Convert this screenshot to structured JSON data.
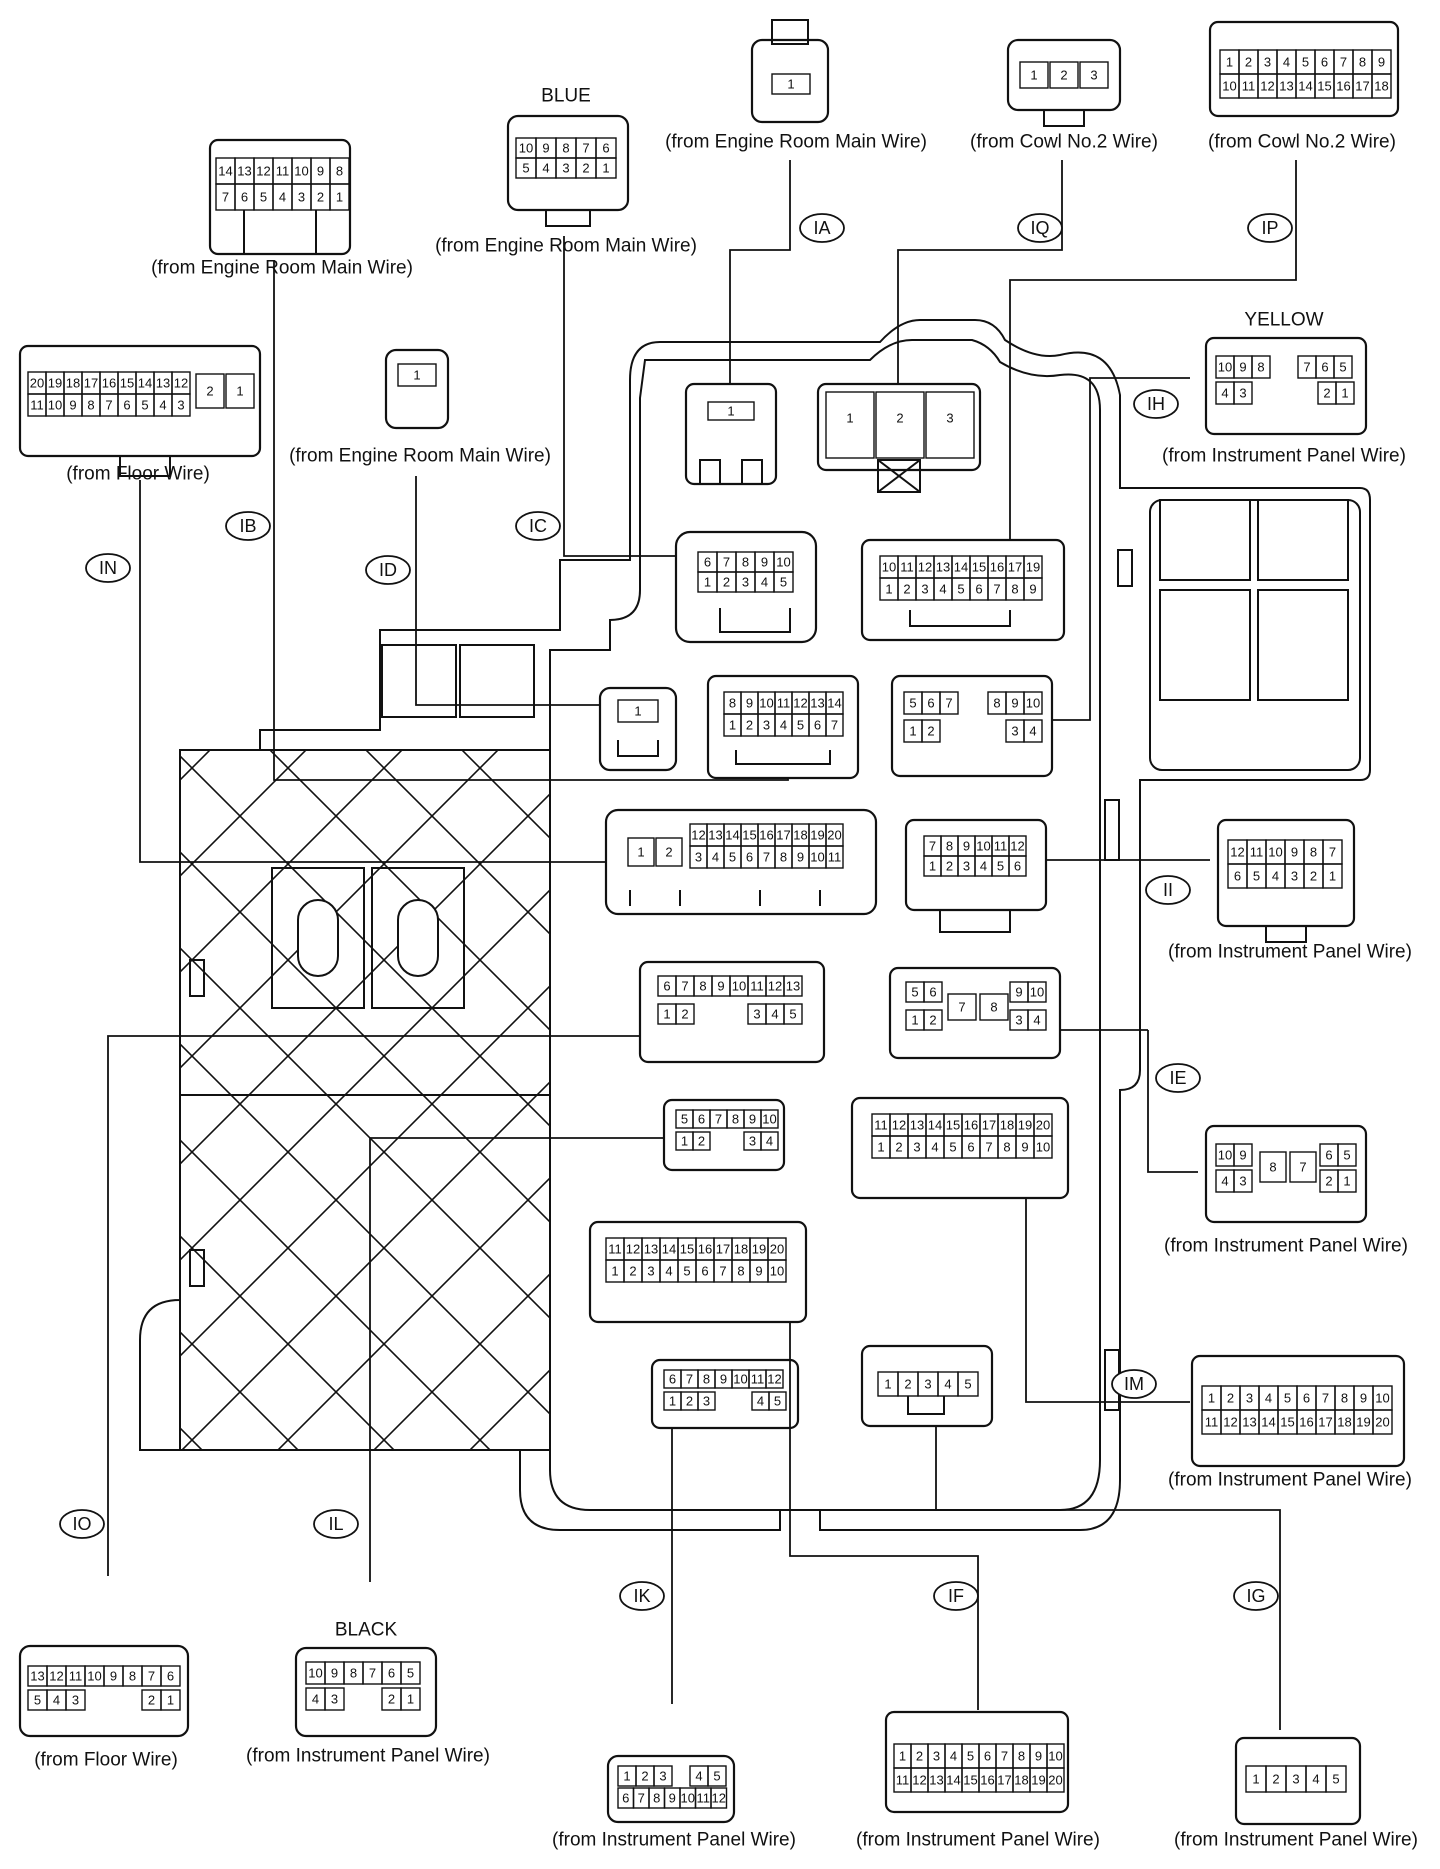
{
  "diagram": {
    "tags": {
      "IA": "IA",
      "IB": "IB",
      "IC": "IC",
      "ID": "ID",
      "IE": "IE",
      "IF": "IF",
      "IG": "IG",
      "IH": "IH",
      "II": "II",
      "IK": "IK",
      "IL": "IL",
      "IM": "IM",
      "IN": "IN",
      "IO": "IO",
      "IP": "IP",
      "IQ": "IQ"
    },
    "colors": {
      "blue": "BLUE",
      "yellow": "YELLOW",
      "black": "BLACK"
    },
    "captions": {
      "IA": "(from Engine Room Main Wire)",
      "IQ": "(from Cowl No.2 Wire)",
      "IP": "(from Cowl No.2 Wire)",
      "IC": "(from Engine Room Main Wire)",
      "IB": "(from Engine Room Main Wire)",
      "ID": "(from Engine Room Main Wire)",
      "IN": "(from Floor Wire)",
      "IH": "(from Instrument Panel Wire)",
      "II": "(from Instrument Panel Wire)",
      "IE": "(from Instrument Panel Wire)",
      "IM": "(from Instrument Panel Wire)",
      "IO": "(from Floor Wire)",
      "IL": "(from Instrument Panel Wire)",
      "IK": "(from Instrument Panel Wire)",
      "IF": "(from Instrument Panel Wire)",
      "IG": "(from Instrument Panel Wire)"
    },
    "pins": {
      "IA_top": [
        "1"
      ],
      "IA_box": [
        "1"
      ],
      "IQ_top": [
        "1",
        "2",
        "3"
      ],
      "IQ_box": [
        "1",
        "2",
        "3"
      ],
      "IP_top": [
        [
          "1",
          "2",
          "3",
          "4",
          "5",
          "6",
          "7",
          "8",
          "9"
        ],
        [
          "10",
          "11",
          "12",
          "13",
          "14",
          "15",
          "16",
          "17",
          "18"
        ]
      ],
      "IP_box": [
        [
          "10",
          "11",
          "12",
          "13",
          "14",
          "15",
          "16",
          "17",
          "19"
        ],
        [
          "1",
          "2",
          "3",
          "4",
          "5",
          "6",
          "7",
          "8",
          "9"
        ]
      ],
      "IC_top": [
        [
          "10",
          "9",
          "8",
          "7",
          "6"
        ],
        [
          "5",
          "4",
          "3",
          "2",
          "1"
        ]
      ],
      "IC_box": [
        [
          "6",
          "7",
          "8",
          "9",
          "10"
        ],
        [
          "1",
          "2",
          "3",
          "4",
          "5"
        ]
      ],
      "IB_top": [
        [
          "14",
          "13",
          "12",
          "11",
          "10",
          "9",
          "8"
        ],
        [
          "7",
          "6",
          "5",
          "4",
          "3",
          "2",
          "1"
        ]
      ],
      "IB_box": [
        [
          "8",
          "9",
          "10",
          "11",
          "12",
          "13",
          "14"
        ],
        [
          "1",
          "2",
          "3",
          "4",
          "5",
          "6",
          "7"
        ]
      ],
      "ID_top": [
        "1"
      ],
      "ID_box": [
        "1"
      ],
      "IN_top": [
        [
          "20",
          "19",
          "18",
          "17",
          "16",
          "15",
          "14",
          "13",
          "12"
        ],
        [
          "11",
          "10",
          "9",
          "8",
          "7",
          "6",
          "5",
          "4",
          "3"
        ]
      ],
      "IN_top_side": [
        "2",
        "1"
      ],
      "IN_box_side": [
        "1",
        "2"
      ],
      "IN_box": [
        [
          "12",
          "13",
          "14",
          "15",
          "16",
          "17",
          "18",
          "19",
          "20"
        ],
        [
          "3",
          "4",
          "5",
          "6",
          "7",
          "8",
          "9",
          "10",
          "11"
        ]
      ],
      "IH_top": [
        [
          "10",
          "9",
          "8",
          "7",
          "6",
          "5"
        ],
        [
          "4",
          "3",
          "2",
          "1"
        ]
      ],
      "IH_box": [
        [
          "5",
          "6",
          "7",
          "8",
          "9",
          "10"
        ],
        [
          "1",
          "2",
          "3",
          "4"
        ]
      ],
      "II_top": [
        [
          "12",
          "11",
          "10",
          "9",
          "8",
          "7"
        ],
        [
          "6",
          "5",
          "4",
          "3",
          "2",
          "1"
        ]
      ],
      "II_box": [
        [
          "7",
          "8",
          "9",
          "10",
          "11",
          "12"
        ],
        [
          "1",
          "2",
          "3",
          "4",
          "5",
          "6"
        ]
      ],
      "IO_box": [
        [
          "6",
          "7",
          "8",
          "9",
          "10",
          "11",
          "12",
          "13"
        ],
        [
          "1",
          "2",
          "3",
          "4",
          "5"
        ]
      ],
      "IE_box": [
        [
          "5",
          "6",
          "7",
          "8",
          "9",
          "10"
        ],
        [
          "1",
          "2",
          "3",
          "4"
        ]
      ],
      "IE_top": [
        [
          "10",
          "9",
          "8",
          "7",
          "6",
          "5"
        ],
        [
          "4",
          "3",
          "2",
          "1"
        ]
      ],
      "IL_box": [
        [
          "5",
          "6",
          "7",
          "8",
          "9",
          "10"
        ],
        [
          "1",
          "2",
          "3",
          "4"
        ]
      ],
      "IM_box": [
        [
          "11",
          "12",
          "13",
          "14",
          "15",
          "16",
          "17",
          "18",
          "19",
          "20"
        ],
        [
          "1",
          "2",
          "3",
          "4",
          "5",
          "6",
          "7",
          "8",
          "9",
          "10"
        ]
      ],
      "IF_box": [
        [
          "11",
          "12",
          "13",
          "14",
          "15",
          "16",
          "17",
          "18",
          "19",
          "20"
        ],
        [
          "1",
          "2",
          "3",
          "4",
          "5",
          "6",
          "7",
          "8",
          "9",
          "10"
        ]
      ],
      "IK_box": [
        [
          "6",
          "7",
          "8",
          "9",
          "10",
          "11",
          "12"
        ],
        [
          "1",
          "2",
          "3",
          "4",
          "5"
        ]
      ],
      "IG_box": [
        "1",
        "2",
        "3",
        "4",
        "5"
      ],
      "IM_top": [
        [
          "1",
          "2",
          "3",
          "4",
          "5",
          "6",
          "7",
          "8",
          "9",
          "10"
        ],
        [
          "11",
          "12",
          "13",
          "14",
          "15",
          "16",
          "17",
          "18",
          "19",
          "20"
        ]
      ],
      "IO_top": [
        [
          "13",
          "12",
          "11",
          "10",
          "9",
          "8",
          "7",
          "6"
        ],
        [
          "5",
          "4",
          "3",
          "2",
          "1"
        ]
      ],
      "IL_top": [
        [
          "10",
          "9",
          "8",
          "7",
          "6",
          "5"
        ],
        [
          "4",
          "3",
          "2",
          "1"
        ]
      ],
      "IK_top": [
        [
          "1",
          "2",
          "3",
          "4",
          "5"
        ],
        [
          "6",
          "7",
          "8",
          "9",
          "10",
          "11",
          "12"
        ]
      ],
      "IF_top": [
        [
          "1",
          "2",
          "3",
          "4",
          "5",
          "6",
          "7",
          "8",
          "9",
          "10"
        ],
        [
          "11",
          "12",
          "13",
          "14",
          "15",
          "16",
          "17",
          "18",
          "19",
          "20"
        ]
      ],
      "IG_top": [
        "1",
        "2",
        "3",
        "4",
        "5"
      ]
    }
  }
}
